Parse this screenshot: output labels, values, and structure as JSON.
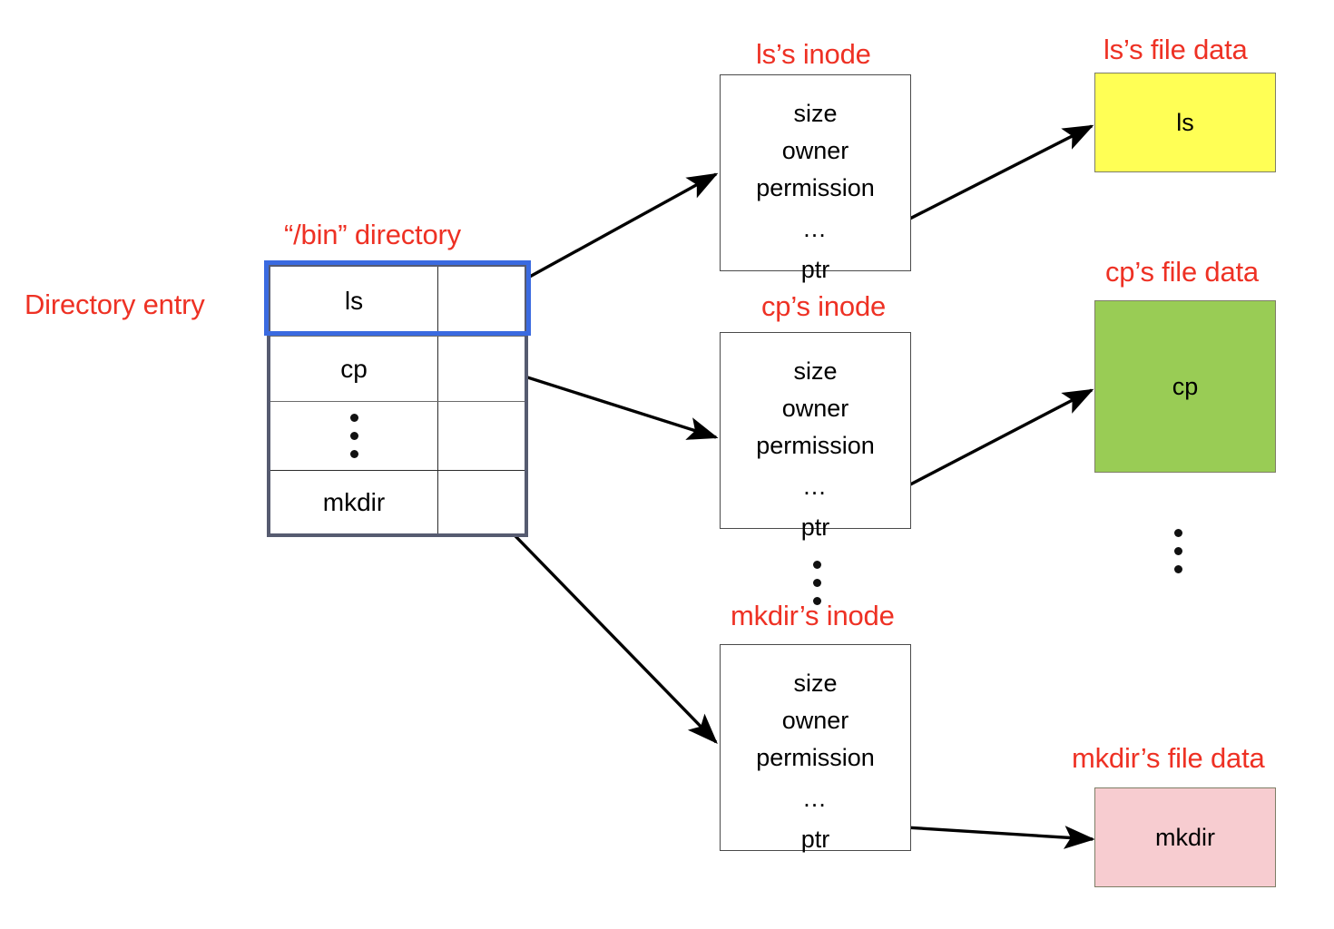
{
  "labels": {
    "directory_entry": "Directory entry",
    "bin_directory": "“/bin” directory",
    "ls_inode": "ls’s inode",
    "cp_inode": "cp’s inode",
    "mkdir_inode": "mkdir’s inode",
    "ls_file_data": "ls’s file data",
    "cp_file_data": "cp’s file data",
    "mkdir_file_data": "mkdir’s file data"
  },
  "directory_table": {
    "rows": [
      {
        "name": "ls",
        "ptr": ""
      },
      {
        "name": "cp",
        "ptr": ""
      },
      {
        "name": "⋮",
        "ptr": ""
      },
      {
        "name": "mkdir",
        "ptr": ""
      }
    ]
  },
  "inodes": [
    {
      "id": "ls",
      "fields": [
        "size",
        "owner",
        "permission",
        "…",
        "ptr"
      ]
    },
    {
      "id": "cp",
      "fields": [
        "size",
        "owner",
        "permission",
        "…",
        "ptr"
      ]
    },
    {
      "id": "mkdir",
      "fields": [
        "size",
        "owner",
        "permission",
        "…",
        "ptr"
      ]
    }
  ],
  "file_data_blocks": [
    {
      "id": "ls",
      "text": "ls",
      "color": "#FFFF55"
    },
    {
      "id": "cp",
      "text": "cp",
      "color": "#99CC55"
    },
    {
      "id": "mkdir",
      "text": "mkdir",
      "color": "#F7CCD0"
    }
  ],
  "colors": {
    "caption_red": "#EE3124",
    "highlight_blue": "#3A6AE0",
    "table_border": "#565B70",
    "arrow_black": "#000000",
    "ls_data_fill": "#FFFF55",
    "cp_data_fill": "#99CC55",
    "mkdir_data_fill": "#F7CCD0"
  },
  "ellipsis_markers": {
    "table_rows": "⋮",
    "between_inodes": "⋮",
    "between_data_blocks": "⋮"
  }
}
